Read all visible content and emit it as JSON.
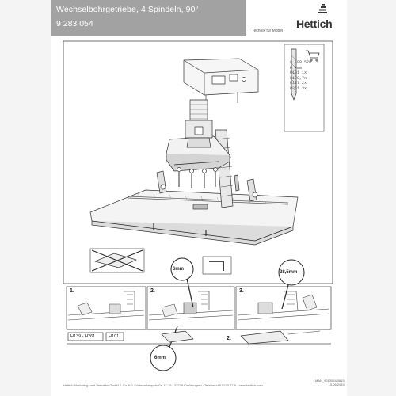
{
  "header": {
    "title": "Wechselbohrgetriebe, 4 Spindeln, 90°",
    "article_number": "9 283 054",
    "tagline": "Technik für Möbel",
    "brand": "Hettich"
  },
  "drill_spec": {
    "lines": [
      "9 288 570",
      "Ø 4mm",
      "H101 1x",
      "H139,7x",
      "H187 2x",
      "H261 3x"
    ]
  },
  "callouts": {
    "dim_6mm_top": "6mm",
    "dim_6mm_bottom": "6mm",
    "dim_28_5mm": "28,5mm"
  },
  "steps": {
    "s1": "1.",
    "s2": "2.",
    "s3": "3.",
    "s2b": "2."
  },
  "labels": {
    "range": "H139 - H261",
    "single": "H101"
  },
  "footer": {
    "address": "Hettich Marketing- und Vertriebs GmbH & Co. KG · Vahrenkampstraße 12-16 · 32278 Kirchlengern · Telefon +49 5223 77-0 · www.hettich.com",
    "docref_1": "MAN_9283054/0815",
    "docref_2": "15.06.2015"
  },
  "colors": {
    "header_gray": "#a2a2a2",
    "brand_dark": "#333333"
  }
}
